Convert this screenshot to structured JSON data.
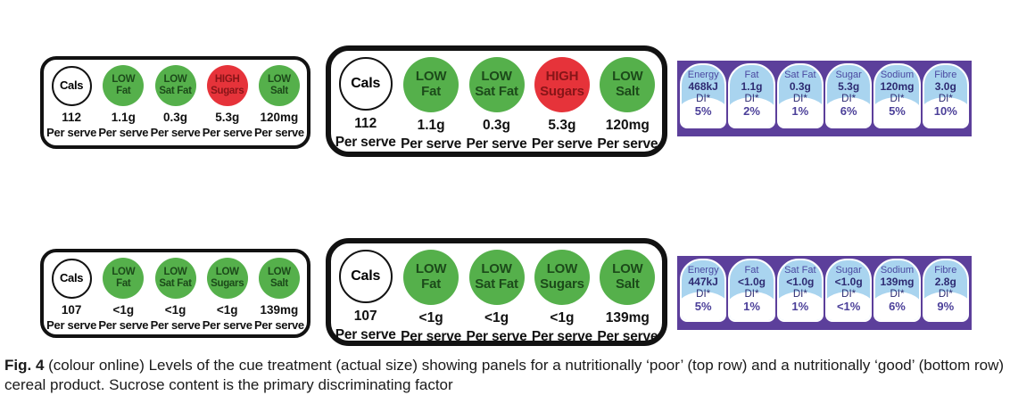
{
  "caption": {
    "label": "Fig. 4",
    "text": " (colour online) Levels of the cue treatment (actual size) showing panels for a nutritionally ‘poor’ (top row) and a nutritionally ‘good’ (bottom row) cereal product. Sucrose content is the primary discriminating factor"
  },
  "colors": {
    "traffic_green": "#55b04b",
    "traffic_red": "#e6333a",
    "di_panel_purple": "#5c3f9b",
    "di_cell_blue": "#a9d4ef",
    "di_text_indigo": "#2e2b72"
  },
  "rows": [
    {
      "id": "poor",
      "cals": {
        "label": "Cals",
        "value": "112",
        "per": "Per serve"
      },
      "nutrients": [
        {
          "level": "LOW",
          "name": "Fat",
          "value": "1.1g",
          "per": "Per serve",
          "status": "green"
        },
        {
          "level": "LOW",
          "name": "Sat Fat",
          "value": "0.3g",
          "per": "Per serve",
          "status": "green"
        },
        {
          "level": "HIGH",
          "name": "Sugars",
          "value": "5.3g",
          "per": "Per serve",
          "status": "red"
        },
        {
          "level": "LOW",
          "name": "Salt",
          "value": "120mg",
          "per": "Per serve",
          "status": "green"
        }
      ],
      "di": [
        {
          "name": "Energy",
          "value": "468kJ",
          "di_label": "DI*",
          "pct": "5%"
        },
        {
          "name": "Fat",
          "value": "1.1g",
          "di_label": "DI*",
          "pct": "2%"
        },
        {
          "name": "Sat Fat",
          "value": "0.3g",
          "di_label": "DI*",
          "pct": "1%"
        },
        {
          "name": "Sugar",
          "value": "5.3g",
          "di_label": "DI*",
          "pct": "6%"
        },
        {
          "name": "Sodium",
          "value": "120mg",
          "di_label": "DI*",
          "pct": "5%"
        },
        {
          "name": "Fibre",
          "value": "3.0g",
          "di_label": "DI*",
          "pct": "10%"
        }
      ]
    },
    {
      "id": "good",
      "cals": {
        "label": "Cals",
        "value": "107",
        "per": "Per serve"
      },
      "nutrients": [
        {
          "level": "LOW",
          "name": "Fat",
          "value": "<1g",
          "per": "Per serve",
          "status": "green"
        },
        {
          "level": "LOW",
          "name": "Sat Fat",
          "value": "<1g",
          "per": "Per serve",
          "status": "green"
        },
        {
          "level": "LOW",
          "name": "Sugars",
          "value": "<1g",
          "per": "Per serve",
          "status": "green"
        },
        {
          "level": "LOW",
          "name": "Salt",
          "value": "139mg",
          "per": "Per serve",
          "status": "green"
        }
      ],
      "di": [
        {
          "name": "Energy",
          "value": "447kJ",
          "di_label": "DI*",
          "pct": "5%"
        },
        {
          "name": "Fat",
          "value": "<1.0g",
          "di_label": "DI*",
          "pct": "1%"
        },
        {
          "name": "Sat Fat",
          "value": "<1.0g",
          "di_label": "DI*",
          "pct": "1%"
        },
        {
          "name": "Sugar",
          "value": "<1.0g",
          "di_label": "DI*",
          "pct": "<1%"
        },
        {
          "name": "Sodium",
          "value": "139mg",
          "di_label": "DI*",
          "pct": "6%"
        },
        {
          "name": "Fibre",
          "value": "2.8g",
          "di_label": "DI*",
          "pct": "9%"
        }
      ]
    }
  ]
}
